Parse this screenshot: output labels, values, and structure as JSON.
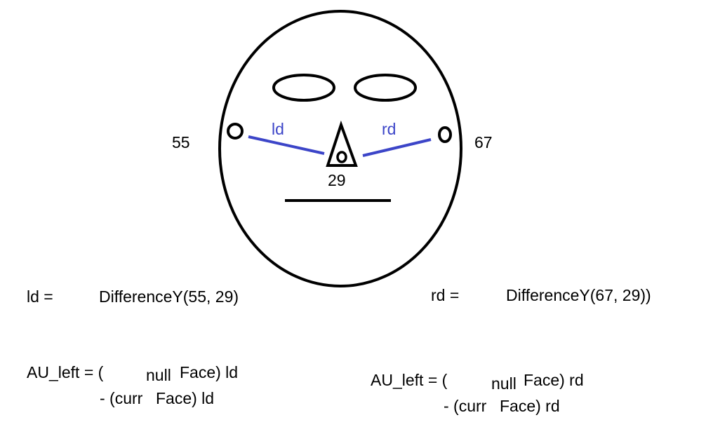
{
  "labels": {
    "left_point": "55",
    "right_point": "67",
    "nose_point": "29",
    "left_distance": "ld",
    "right_distance": "rd"
  },
  "formulas": {
    "ld_label": "ld =",
    "ld_expr": "DifferenceY(55, 29)",
    "rd_label": "rd =",
    "rd_expr": "DifferenceY(67, 29))",
    "au_left_1_line1a": "AU_left = (",
    "au_left_1_null": "null",
    "au_left_1_line1b": "Face) ld",
    "au_left_1_line2a": "- (curr",
    "au_left_1_line2b": "Face) ld",
    "au_left_2_line1a": "AU_left = (",
    "au_left_2_null": "null",
    "au_left_2_line1b": "Face) rd",
    "au_left_2_line2a": "- (curr",
    "au_left_2_line2b": "Face) rd"
  },
  "colors": {
    "stroke": "#000000",
    "distance_line": "#3c45c8"
  }
}
